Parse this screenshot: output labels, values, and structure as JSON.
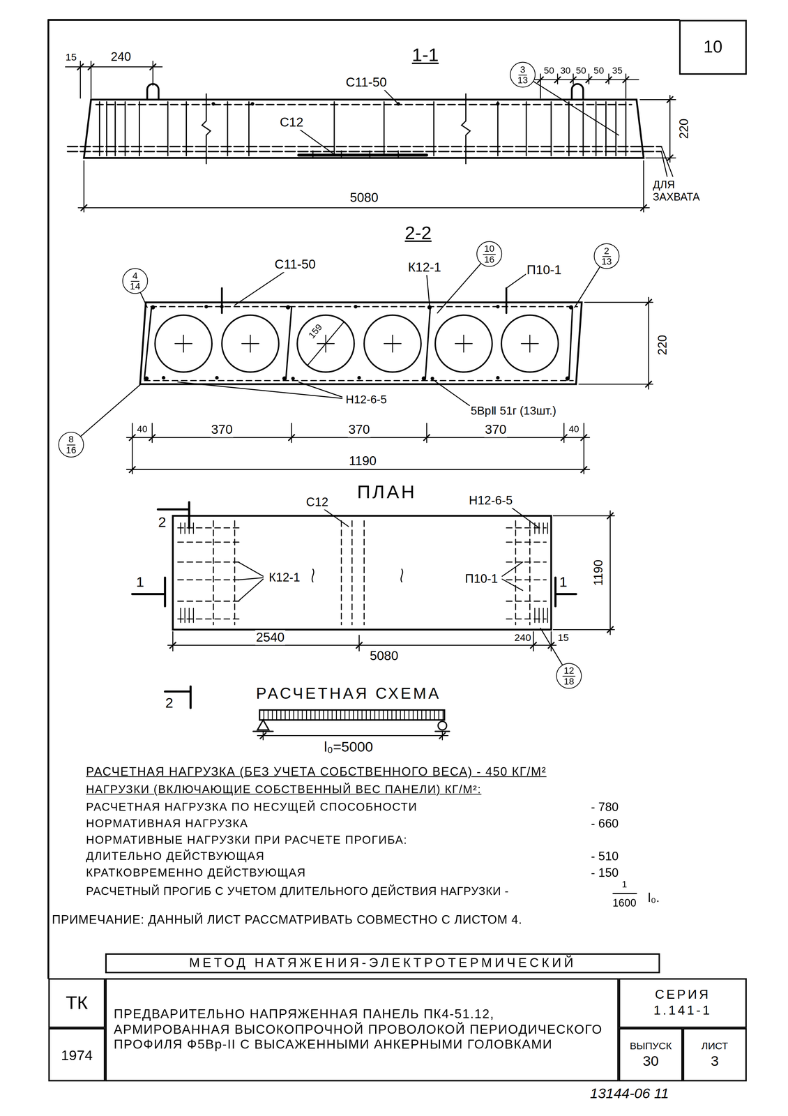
{
  "diagram": {
    "nodes": [
      {
        "text": [
          "10"
        ]
      },
      {
        "text": [
          "МЕТОД НАТЯЖЕНИЯ-ЭЛЕКТРОТЕРМИЧЕСКИЙ"
        ]
      },
      {
        "text": [
          "ТК"
        ]
      },
      {
        "text": [
          "1974"
        ]
      },
      {
        "text": [
          "ПРЕДВАРИТЕЛЬНО НАПРЯЖЕННАЯ ПАНЕЛЬ ПК4-51.12, АРМИРОВАННАЯ ВЫСОКОПРОЧНОЙ ПРОВОЛОКОЙ ПЕРИОДИЧЕСКОГО ПРОФИЛЯ Ф5Вр-II С ВЫСАЖЕННЫМИ АНКЕРНЫМИ ГОЛОВКАМИ"
        ]
      },
      {
        "text": [
          "СЕРИЯ",
          "1.141-1"
        ]
      },
      {
        "text": [
          "ВЫПУСК",
          "30"
        ]
      },
      {
        "text": [
          "ЛИСТ",
          "3"
        ]
      },
      {
        "text": [
          "3",
          "13"
        ]
      },
      {
        "text": [
          "4",
          "14"
        ]
      },
      {
        "text": [
          "10",
          "16"
        ]
      },
      {
        "text": [
          "2",
          "13"
        ]
      },
      {
        "text": [
          "8",
          "16"
        ]
      },
      {
        "text": [
          "12",
          "18"
        ]
      }
    ],
    "labels": [
      "1-1",
      "15",
      "240",
      "С11-50",
      "50",
      "30",
      "50",
      "50",
      "35",
      "С12",
      "220",
      "ДЛЯ ЗАХВАТА",
      "5080",
      "2-2",
      "С11-50",
      "К12-1",
      "П10-1",
      "159",
      "220",
      "Н12-6-5",
      "5ВрⅡ 51г (13шт.)",
      "40",
      "370",
      "370",
      "370",
      "40",
      "1190",
      "ПЛАН",
      "С12",
      "Н12-6-5",
      "2",
      "1",
      "К12-1",
      "П10-1",
      "1",
      "1190",
      "2540",
      "5080",
      "240",
      "15",
      "2",
      "РАСЧЕТНАЯ СХЕМА",
      "l₀=5000",
      "РАСЧЕТНАЯ НАГРУЗКА (БЕЗ УЧЕТА СОБСТВЕННОГО ВЕСА) - 450 КГ/М²",
      "НАГРУЗКИ (ВКЛЮЧАЮЩИЕ СОБСТВЕННЫЙ ВЕС ПАНЕЛИ) КГ/М²:",
      "РАСЧЕТНАЯ НАГРУЗКА ПО НЕСУЩЕЙ СПОСОБНОСТИ",
      "- 780",
      "НОРМАТИВНАЯ НАГРУЗКА",
      "- 660",
      "НОРМАТИВНЫЕ НАГРУЗКИ ПРИ РАСЧЕТЕ ПРОГИБА:",
      "ДЛИТЕЛЬНО ДЕЙСТВУЮЩАЯ",
      "- 510",
      "КРАТКОВРЕМЕННО ДЕЙСТВУЮЩАЯ",
      "- 150",
      "РАСЧЕТНЫЙ ПРОГИБ С УЧЕТОМ ДЛИТЕЛЬНОГО ДЕЙСТВИЯ НАГРУЗКИ -",
      "1",
      "1600",
      "l₀.",
      "ПРИМЕЧАНИЕ: ДАННЫЙ ЛИСТ РАССМАТРИВАТЬ СОВМЕСТНО С ЛИСТОМ 4.",
      "13144-06 11"
    ]
  }
}
